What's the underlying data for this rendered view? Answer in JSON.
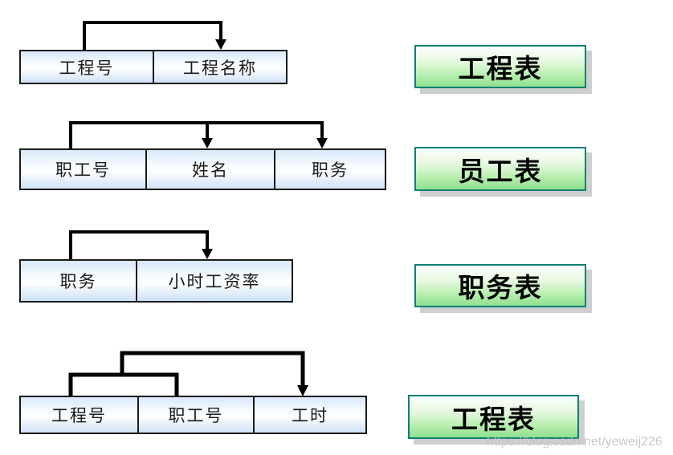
{
  "rows": [
    {
      "table_label": "工程表",
      "fields": [
        "工程号",
        "工程名称"
      ],
      "dependency": "工程号 → 工程名称"
    },
    {
      "table_label": "员工表",
      "fields": [
        "职工号",
        "姓名",
        "职务"
      ],
      "dependency": "职工号 → 姓名; 职工号 → 职务"
    },
    {
      "table_label": "职务表",
      "fields": [
        "职务",
        "小时工资率"
      ],
      "dependency": "职务 → 小时工资率"
    },
    {
      "table_label": "工程表",
      "fields": [
        "工程号",
        "职工号",
        "工时"
      ],
      "dependency": "(工程号, 职工号) → 工时"
    }
  ],
  "watermark": "https://blog.csdn.net/yeweij226",
  "colors": {
    "cell_gradient_top": "#d7e8fa",
    "cell_gradient_bottom": "#cfe2f6",
    "cell_border": "#1a1a1a",
    "label_gradient_top": "#ffffff",
    "label_gradient_bottom": "#8fe08f",
    "label_border": "#0b8076",
    "label_shadow": "#cfcfcf",
    "arrow": "#000000",
    "watermark_text": "#c3c3c3"
  }
}
